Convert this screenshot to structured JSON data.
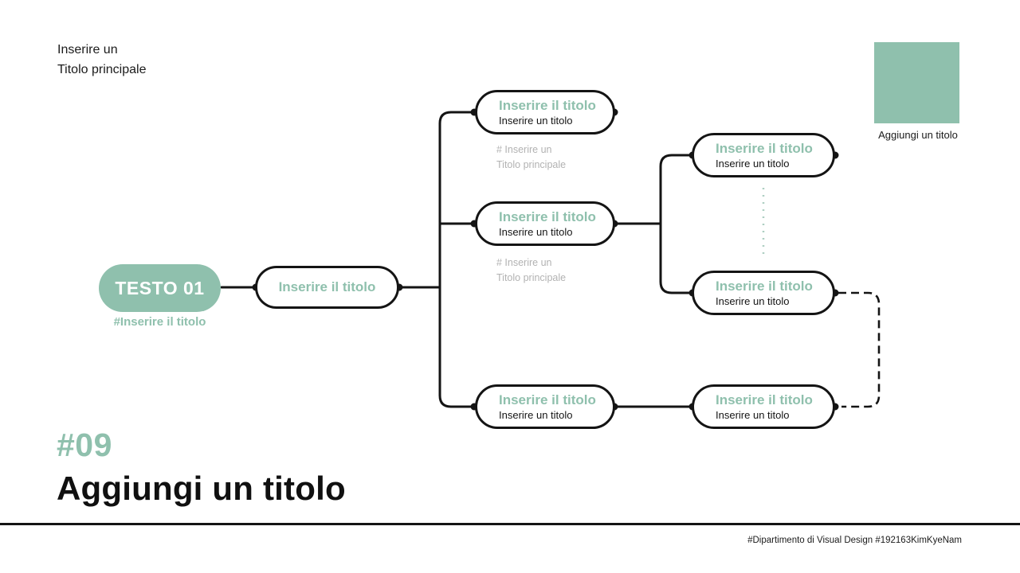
{
  "colors": {
    "accent": "#8FC0AD",
    "accent_dotted_line": "#AECFC2",
    "ink": "#141414",
    "note_gray": "#B2B2B2"
  },
  "header": {
    "note_line1": "Inserire un",
    "note_line2": "Titolo principale"
  },
  "swatch": {
    "label": "Aggiungi un titolo"
  },
  "diagram": {
    "root": {
      "label": "TESTO 01",
      "tag": "#Inserire il titolo"
    },
    "hub": {
      "title": "Inserire il titolo"
    },
    "branches": [
      {
        "title": "Inserire il titolo",
        "subtitle": "Inserire un titolo",
        "note1": "# Inserire un",
        "note2": "Titolo principale"
      },
      {
        "title": "Inserire il titolo",
        "subtitle": "Inserire un titolo",
        "note1": "# Inserire un",
        "note2": "Titolo principale"
      },
      {
        "title": "Inserire il titolo",
        "subtitle": "Inserire un titolo"
      },
      {
        "title": "Inserire il titolo",
        "subtitle": "Inserire un titolo"
      },
      {
        "title": "Inserire il titolo",
        "subtitle": "Inserire un titolo"
      },
      {
        "title": "Inserire il titolo",
        "subtitle": "Inserire un titolo"
      }
    ]
  },
  "footer": {
    "number": "#09",
    "title": "Aggiungi un titolo",
    "credit": "#Dipartimento di Visual Design #192163KimKyeNam"
  }
}
